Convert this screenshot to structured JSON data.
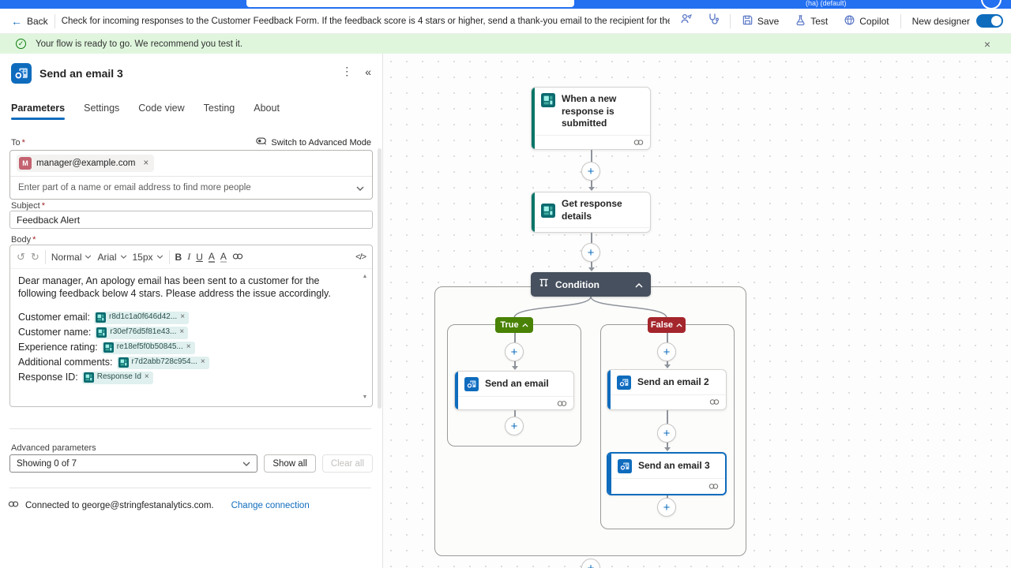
{
  "topbar": {
    "account": "(ha) (default)"
  },
  "commandbar": {
    "back": "Back",
    "description": "Check for incoming responses to the Customer Feedback Form. If the feedback score is 4 stars or higher, send a thank-you email to the recipient for their business. For scores belov",
    "save": "Save",
    "test": "Test",
    "copilot": "Copilot",
    "new_designer": "New designer",
    "toggle_state": "on"
  },
  "banner": {
    "message": "Your flow is ready to go. We recommend you test it."
  },
  "panel": {
    "title": "Send an email 3",
    "tabs": [
      "Parameters",
      "Settings",
      "Code view",
      "Testing",
      "About"
    ],
    "active_tab": "Parameters",
    "switch_mode": "Switch to Advanced Mode",
    "to": {
      "label": "To",
      "required": "*",
      "chip_initial": "M",
      "chip_email": "manager@example.com",
      "placeholder": "Enter part of a name or email address to find more people"
    },
    "subject": {
      "label": "Subject",
      "required": "*",
      "value": "Feedback Alert"
    },
    "body": {
      "label": "Body",
      "required": "*",
      "toolbar": {
        "style": "Normal",
        "font": "Arial",
        "size": "15px",
        "bold": "B",
        "italic": "I",
        "underline": "U",
        "font_color": "A",
        "highlight": "A",
        "code": "</>"
      },
      "paragraph": "Dear manager, An apology email has been sent to a customer for the following feedback below 4 stars. Please address the issue accordingly.",
      "lines": [
        {
          "label": "Customer email:",
          "chip": "r8d1c1a0f646d42...",
          "remove": "×"
        },
        {
          "label": "Customer name:",
          "chip": "r30ef76d5f81e43...",
          "remove": "×"
        },
        {
          "label": "Experience rating:",
          "chip": "re18ef5f0b50845...",
          "remove": "×"
        },
        {
          "label": "Additional comments:",
          "chip": "r7d2abb728c954...",
          "remove": "×"
        },
        {
          "label": "Response ID:",
          "chip": "Response Id",
          "remove": "×"
        }
      ]
    },
    "advanced": {
      "label": "Advanced parameters",
      "showing": "Showing 0 of 7",
      "show_all": "Show all",
      "clear_all": "Clear all"
    },
    "connection": {
      "text": "Connected to george@stringfestanalytics.com.",
      "action": "Change connection"
    }
  },
  "flow": {
    "trigger": {
      "title": "When a new response is submitted"
    },
    "get_details": {
      "title": "Get response details"
    },
    "condition": {
      "label": "Condition"
    },
    "true_branch": {
      "label": "True",
      "card1": "Send an email"
    },
    "false_branch": {
      "label": "False",
      "card1": "Send an email 2",
      "card2": "Send an email 3"
    }
  },
  "icons": {
    "plus": "+",
    "kebab": "⋮",
    "collapse": "«",
    "undo": "↺",
    "redo": "↻",
    "check": "✓",
    "close": "×",
    "chip_remove": "×",
    "back_arrow": "←",
    "scroll_up": "▲",
    "scroll_down": "▼"
  },
  "colors": {
    "accent_blue": "#0f6cbd",
    "topbar_blue": "#2370f0",
    "forms_teal": "#077568",
    "success_green": "#107c10",
    "true_green": "#498205",
    "false_red": "#a4262c",
    "condition_slate": "#47505e",
    "banner_bg": "#dff6dd"
  }
}
